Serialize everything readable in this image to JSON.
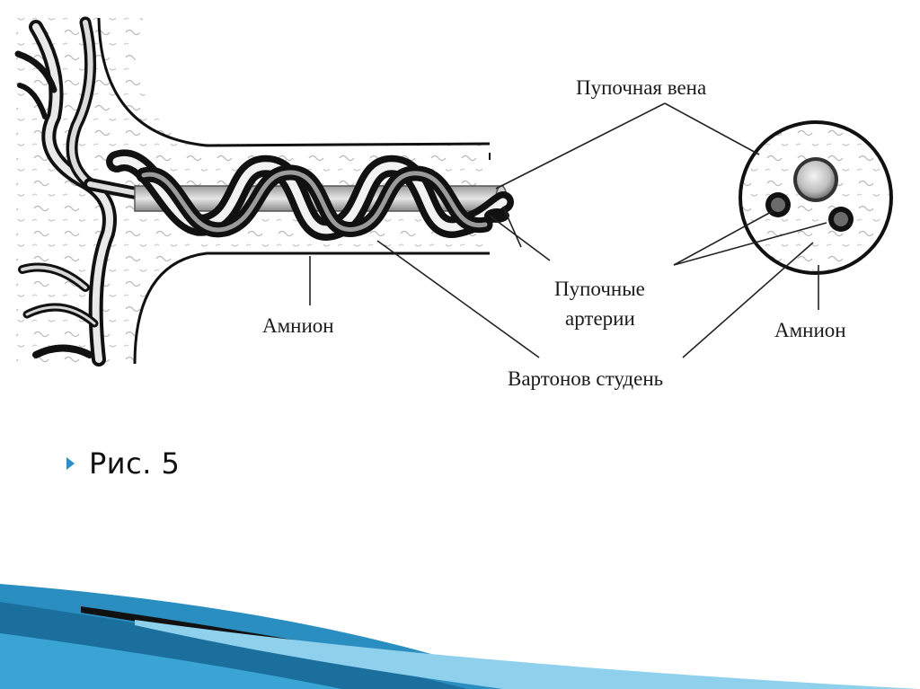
{
  "diagram": {
    "labels": {
      "umbilical_vein": "Пупочная вена",
      "umbilical_arteries_line1": "Пупочные",
      "umbilical_arteries_line2": "артерии",
      "amnion_left": "Амнион",
      "amnion_right": "Амнион",
      "wharton_jelly": "Вартонов студень"
    }
  },
  "caption": {
    "text": "Рис. 5"
  },
  "colors": {
    "bullet": "#2f8fc4",
    "wave_dark": "#1b4f78",
    "wave_mid": "#2a8fc0",
    "wave_light": "#8fd0ec"
  }
}
